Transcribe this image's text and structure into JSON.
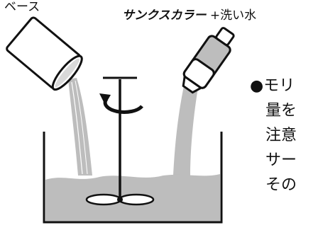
{
  "labels": {
    "base": "ベース",
    "additive_brand": "サンクスカラー",
    "additive_rest": "+洗い水"
  },
  "side_text": {
    "bullet": "●",
    "lines": [
      "モリ",
      "量を",
      "注意",
      "サー",
      "その"
    ]
  },
  "colors": {
    "liquid": "#bdbdbd",
    "outline": "#111111",
    "background": "#ffffff"
  },
  "icons": {
    "rotation": "circular-arrow-icon",
    "mixer": "propeller-mixer-icon"
  }
}
